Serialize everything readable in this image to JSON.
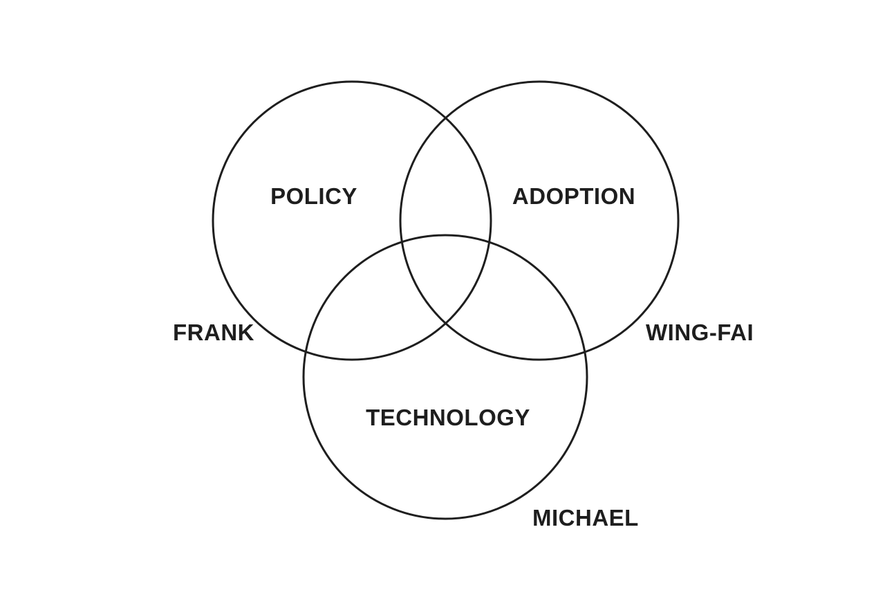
{
  "diagram": {
    "type": "venn",
    "sets": [
      {
        "label": "POLICY"
      },
      {
        "label": "ADOPTION"
      },
      {
        "label": "TECHNOLOGY"
      }
    ],
    "people": [
      {
        "name": "FRANK"
      },
      {
        "name": "WING-FAI"
      },
      {
        "name": "MICHAEL"
      }
    ],
    "stroke_color": "#1e1e1e"
  }
}
